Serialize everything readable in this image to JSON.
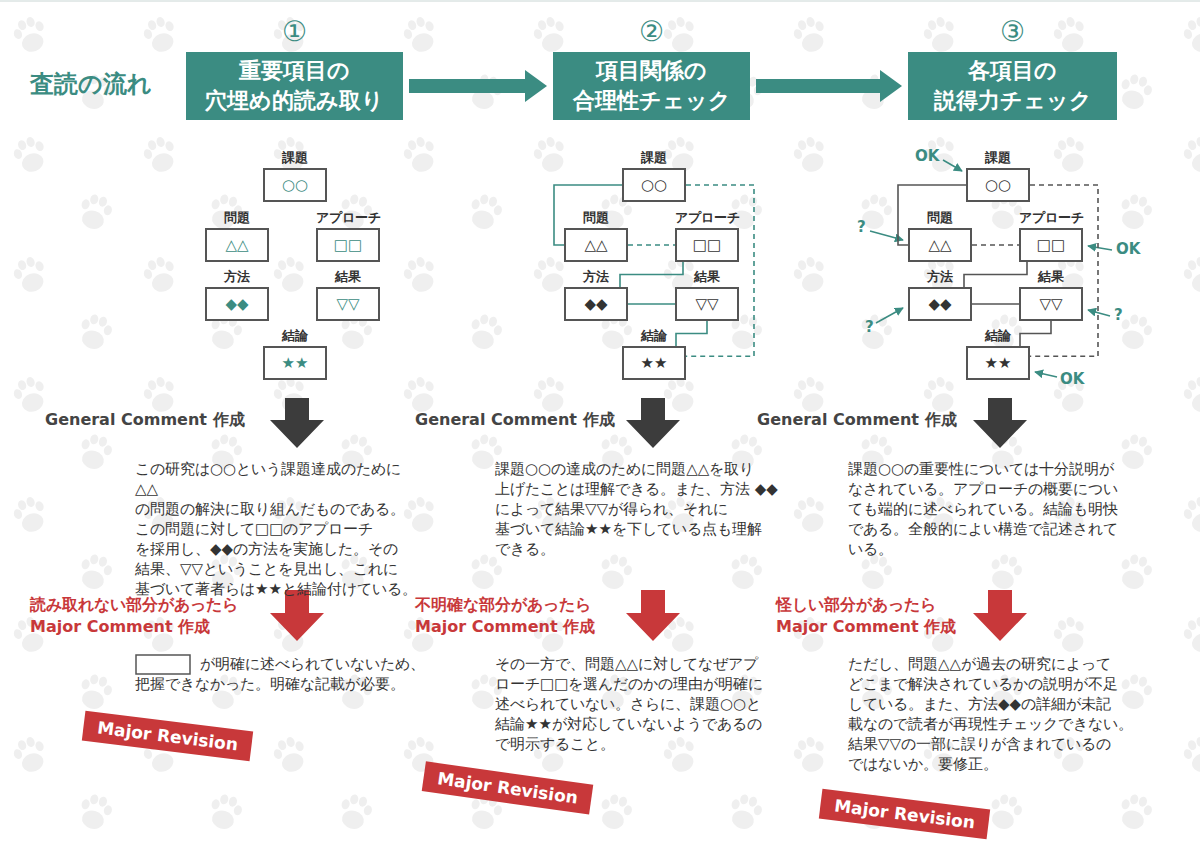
{
  "diagram": {
    "title": "査読の流れ",
    "nodes": [
      {
        "text": [
          "①",
          "重要項目の 穴埋め的読み取り"
        ]
      },
      {
        "text": [
          "②",
          "項目関係の 合理性チェック"
        ]
      },
      {
        "text": [
          "③",
          "各項目の 説得力チェック"
        ]
      },
      {
        "text": [
          "課題",
          "○○"
        ]
      },
      {
        "text": [
          "問題",
          "△△"
        ]
      },
      {
        "text": [
          "アプローチ",
          "□□"
        ]
      },
      {
        "text": [
          "方法",
          "◆◆"
        ]
      },
      {
        "text": [
          "結果",
          "▽▽"
        ]
      },
      {
        "text": [
          "結論",
          "★★"
        ]
      },
      {
        "text": [
          "課題",
          "○○"
        ]
      },
      {
        "text": [
          "問題",
          "△△"
        ]
      },
      {
        "text": [
          "アプローチ",
          "□□"
        ]
      },
      {
        "text": [
          "方法",
          "◆◆"
        ]
      },
      {
        "text": [
          "結果",
          "▽▽"
        ]
      },
      {
        "text": [
          "結論",
          "★★"
        ]
      },
      {
        "text": [
          "課題",
          "○○"
        ]
      },
      {
        "text": [
          "問題",
          "△△"
        ]
      },
      {
        "text": [
          "アプローチ",
          "□□"
        ]
      },
      {
        "text": [
          "方法",
          "◆◆"
        ]
      },
      {
        "text": [
          "結果",
          "▽▽"
        ]
      },
      {
        "text": [
          "結論",
          "★★"
        ]
      },
      {
        "text": [
          "Major Revision"
        ]
      },
      {
        "text": [
          "Major Revision"
        ]
      },
      {
        "text": [
          "Major Revision"
        ]
      }
    ],
    "edges": [
      {
        "from": 0,
        "to": 1,
        "arrow": "to"
      },
      {
        "from": 1,
        "to": 2,
        "arrow": "to"
      },
      {
        "from": 9,
        "to": 10,
        "arrow": "none"
      },
      {
        "from": 10,
        "to": 11,
        "arrow": "none"
      },
      {
        "from": 11,
        "to": 12,
        "arrow": "none"
      },
      {
        "from": 12,
        "to": 13,
        "arrow": "none"
      },
      {
        "from": 13,
        "to": 14,
        "arrow": "none"
      },
      {
        "from": 9,
        "to": 14,
        "arrow": "none"
      },
      {
        "from": 15,
        "to": 16,
        "arrow": "none"
      },
      {
        "from": 16,
        "to": 17,
        "arrow": "none"
      },
      {
        "from": 17,
        "to": 18,
        "arrow": "none"
      },
      {
        "from": 18,
        "to": 19,
        "arrow": "none"
      },
      {
        "from": 19,
        "to": 20,
        "arrow": "none"
      },
      {
        "from": 15,
        "to": 20,
        "arrow": "none"
      }
    ],
    "labels": [
      "General Comment 作成",
      "この研究は○○という課題達成のために △△の問題の解決に取り組んだものである。 この問題に対して□□のアプローチ を採用し、◆◆の方法を実施した。その 結果、▽▽ということを見出し、これに 基づいて著者らは★★と結論付けている。",
      "読み取れない部分があったら Major Comment 作成",
      "が明確に述べられていないため、 把握できなかった。明確な記載が必要。",
      "General Comment 作成",
      "課題○○の達成のために問題△△を取り 上げたことは理解できる。また、方法 ◆◆によって結果▽▽が得られ、それに 基づいて結論★★を下している点も理解 できる。",
      "不明確な部分があったら Major Comment 作成",
      "その一方で、問題△△に対してなぜアプ ローチ□□を選んだのかの理由が明確に 述べられていない。さらに、課題○○と 結論★★が対応していないようであるの で明示すること。",
      "General Comment 作成",
      "課題○○の重要性については十分説明が なされている。アプローチの概要につい ても端的に述べられている。結論も明快 である。全般的によい構造で記述されて いる。",
      "怪しい部分があったら Major Comment 作成",
      "ただし、問題△△が過去の研究によって どこまで解決されているかの説明が不足 している。また、方法◆◆の詳細が未記 載なので読者が再現性チェックできない。 結果▽▽の一部に誤りが含まれているの ではないか。要修正。",
      "OK",
      "?",
      "OK",
      "?",
      "?",
      "OK"
    ]
  }
}
